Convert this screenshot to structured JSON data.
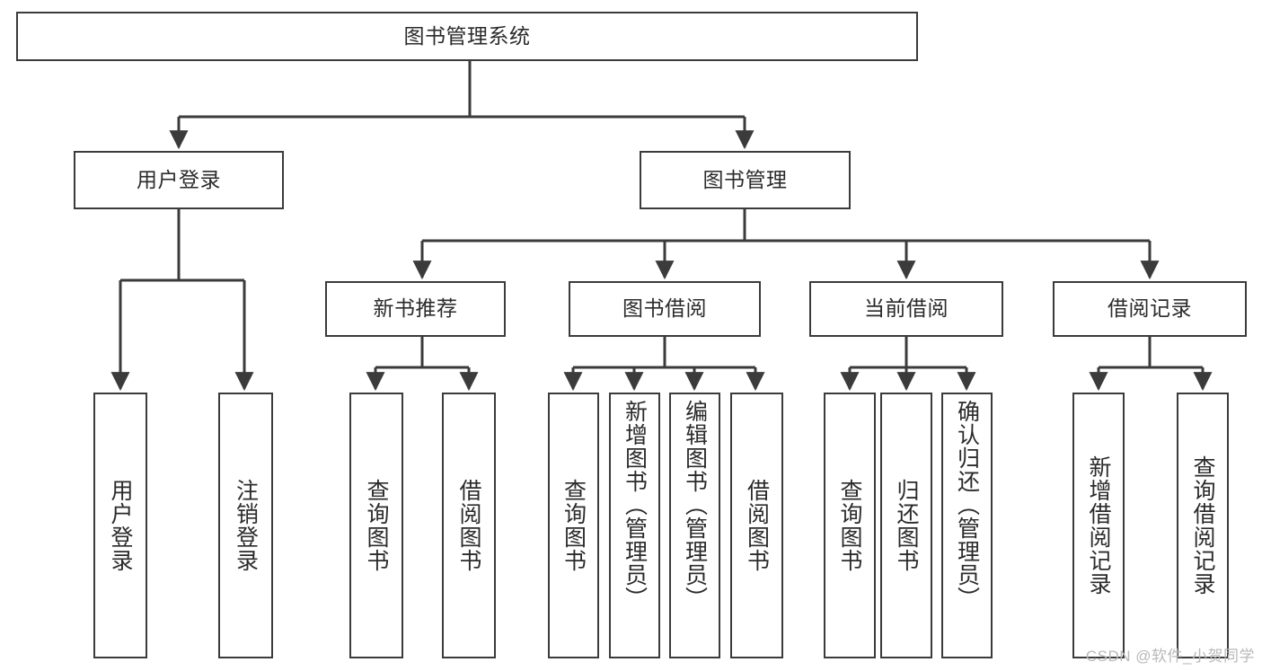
{
  "diagram": {
    "title": "图书管理系统",
    "type": "hierarchy-tree",
    "watermark": "CSDN @软件_小贺同学",
    "colors": {
      "box_border": "#3b3b3b",
      "box_fill": "#ffffff",
      "connector": "#3b3b3b",
      "text": "#2b2b2b",
      "watermark": "#b9b9b9"
    },
    "root": {
      "label": "图书管理系统"
    },
    "level2": [
      {
        "label": "用户登录"
      },
      {
        "label": "图书管理"
      }
    ],
    "level3": [
      {
        "label": "新书推荐"
      },
      {
        "label": "图书借阅"
      },
      {
        "label": "当前借阅"
      },
      {
        "label": "借阅记录"
      }
    ],
    "leaves": {
      "user_login": [
        {
          "label": "用户登录"
        },
        {
          "label": "注销登录"
        }
      ],
      "new_book_recommend": [
        {
          "label": "查询图书"
        },
        {
          "label": "借阅图书"
        }
      ],
      "book_borrow": [
        {
          "label": "查询图书"
        },
        {
          "label": "新增图书（管理员）"
        },
        {
          "label": "编辑图书（管理员）"
        },
        {
          "label": "借阅图书"
        }
      ],
      "current_borrow": [
        {
          "label": "查询图书"
        },
        {
          "label": "归还图书"
        },
        {
          "label": "确认归还（管理员）"
        }
      ],
      "borrow_record": [
        {
          "label": "新增借阅记录"
        },
        {
          "label": "查询借阅记录"
        }
      ]
    }
  }
}
